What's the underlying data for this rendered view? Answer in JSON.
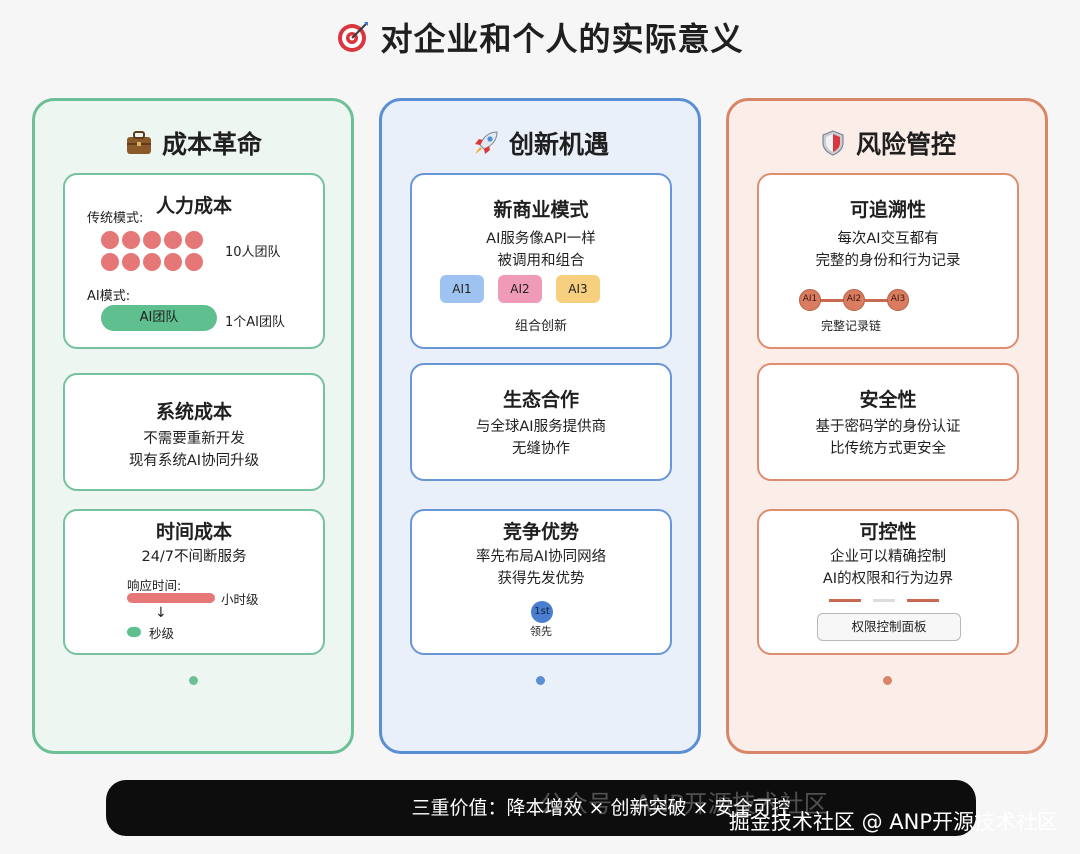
{
  "title": "对企业和个人的实际意义",
  "columns": {
    "cost": {
      "heading": "成本革命",
      "cards": {
        "labor": {
          "title": "人力成本",
          "traditional_label": "传统模式:",
          "team_label": "10人团队",
          "ai_label": "AI模式:",
          "ai_pill": "AI团队",
          "ai_team_label": "1个AI团队"
        },
        "system": {
          "title": "系统成本",
          "line1": "不需要重新开发",
          "line2": "现有系统AI协同升级"
        },
        "time": {
          "title": "时间成本",
          "line1": "24/7不间断服务",
          "response_label": "响应时间:",
          "hour_label": "小时级",
          "arrow": "↓",
          "second_label": "秒级"
        }
      }
    },
    "innovation": {
      "heading": "创新机遇",
      "cards": {
        "business": {
          "title": "新商业模式",
          "line1": "AI服务像API一样",
          "line2": "被调用和组合",
          "chips": [
            "AI1",
            "AI2",
            "AI3"
          ],
          "caption": "组合创新"
        },
        "ecosystem": {
          "title": "生态合作",
          "line1": "与全球AI服务提供商",
          "line2": "无缝协作"
        },
        "advantage": {
          "title": "竞争优势",
          "line1": "率先布局AI协同网络",
          "line2": "获得先发优势",
          "badge": "1st",
          "badge_caption": "领先"
        }
      }
    },
    "risk": {
      "heading": "风险管控",
      "cards": {
        "trace": {
          "title": "可追溯性",
          "line1": "每次AI交互都有",
          "line2": "完整的身份和行为记录",
          "nodes": [
            "AI1",
            "AI2",
            "AI3"
          ],
          "caption": "完整记录链"
        },
        "security": {
          "title": "安全性",
          "line1": "基于密码学的身份认证",
          "line2": "比传统方式更安全"
        },
        "control": {
          "title": "可控性",
          "line1": "企业可以精确控制",
          "line2": "AI的权限和行为边界",
          "panel_label": "权限控制面板"
        }
      }
    }
  },
  "bottom_bar": {
    "text": "三重价值：降本增效 × 创新突破 × 安全可控"
  },
  "watermark": {
    "faint": "公众号 · ANP开源技术社区",
    "text": "掘金技术社区 @ ANP开源技术社区"
  },
  "colors": {
    "green": "#6cbf96",
    "blue": "#5b8fd3",
    "red": "#d98567",
    "person_dot": "#e57776"
  }
}
